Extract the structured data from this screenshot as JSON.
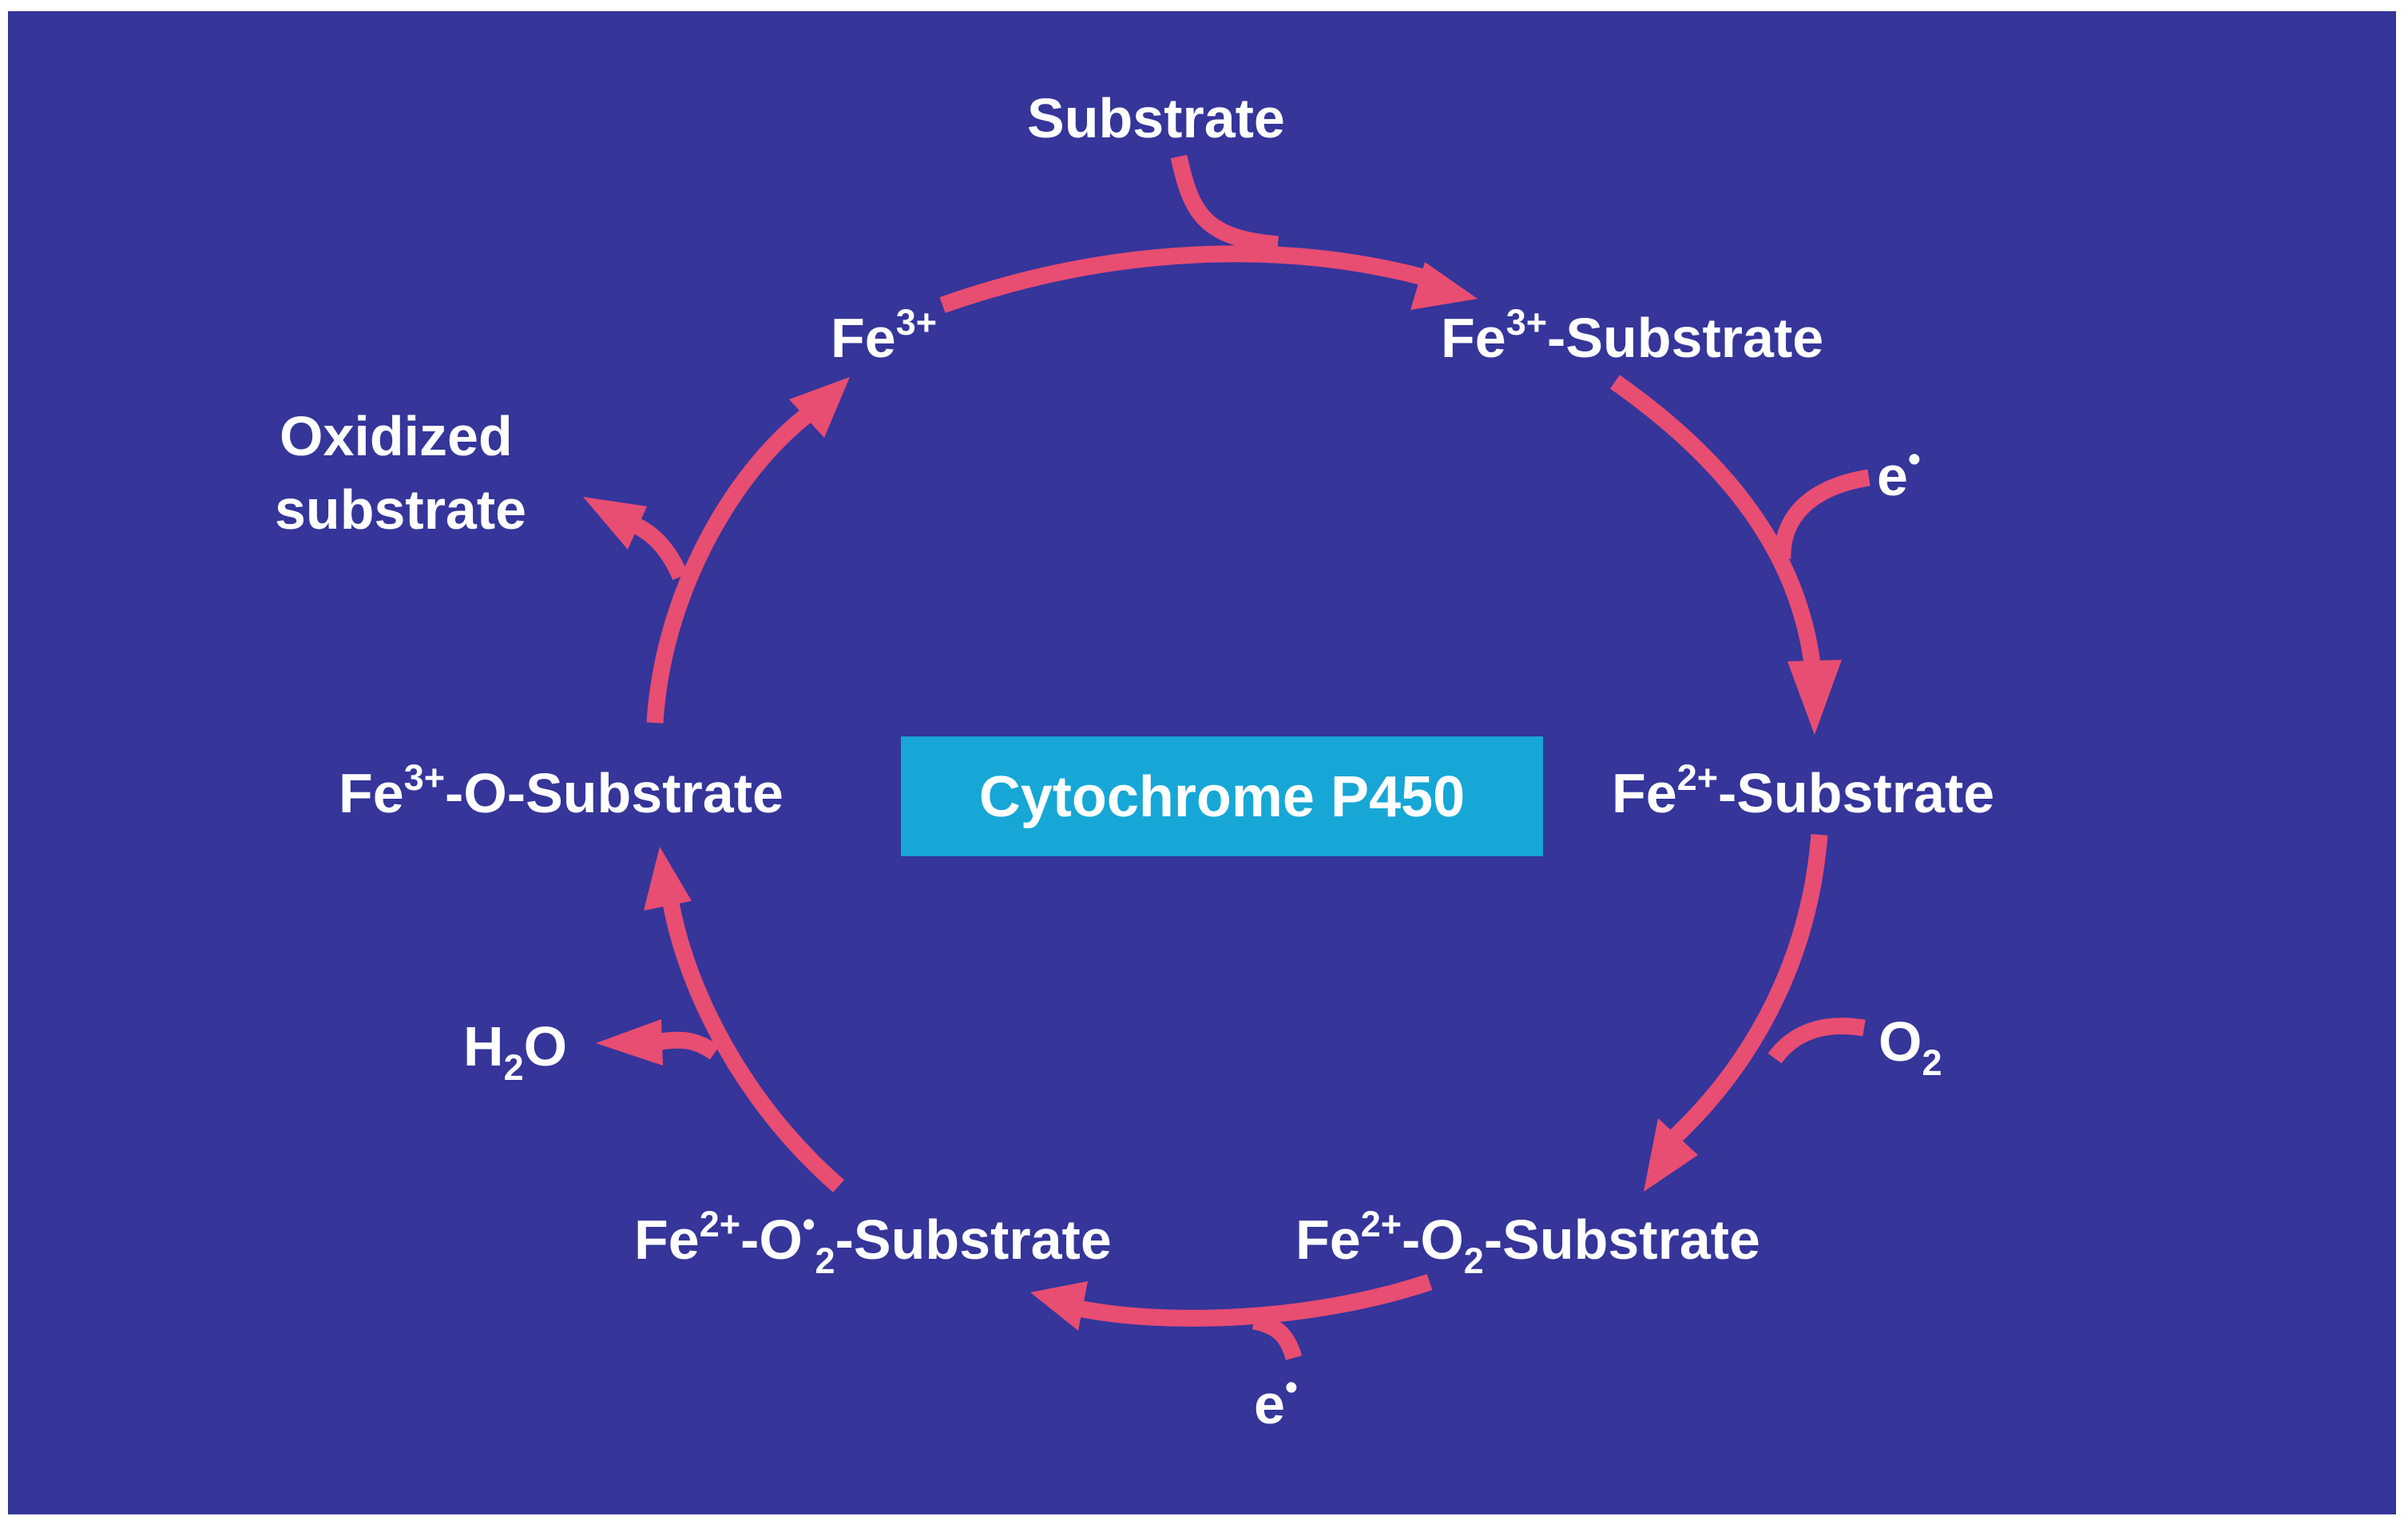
{
  "colors": {
    "background": "#35359a",
    "arrow": "#e84d72",
    "center_box": "#16a7d6",
    "text": "#ffffff"
  },
  "center": {
    "label": "Cytochrome P450"
  },
  "nodes": {
    "fe3": {
      "base": "Fe",
      "charge": "3+"
    },
    "fe3_substrate": {
      "base": "Fe",
      "charge": "3+",
      "rest": "-Substrate"
    },
    "fe2_substrate": {
      "base": "Fe",
      "charge": "2+",
      "rest": "-Substrate"
    },
    "fe2_o2_substrate": {
      "base": "Fe",
      "charge": "2+",
      "mid": "-O",
      "sub": "2",
      "rest": "-Substrate"
    },
    "fe2_o2rad_substrate": {
      "base": "Fe",
      "charge": "2+",
      "mid": "-O",
      "radical": "•",
      "sub": "2",
      "rest": "-Substrate"
    },
    "fe3_o_substrate": {
      "base": "Fe",
      "charge": "3+",
      "rest": "-O-Substrate"
    }
  },
  "inputs": {
    "substrate": "Substrate",
    "electron_1": {
      "base": "e",
      "radical": "•"
    },
    "oxygen": {
      "base": "O",
      "sub": "2"
    },
    "electron_2": {
      "base": "e",
      "radical": "•"
    }
  },
  "outputs": {
    "water": {
      "h": "H",
      "sub": "2",
      "o": "O"
    },
    "oxidized_substrate": {
      "line1": "Oxidized",
      "line2": "substrate"
    }
  }
}
